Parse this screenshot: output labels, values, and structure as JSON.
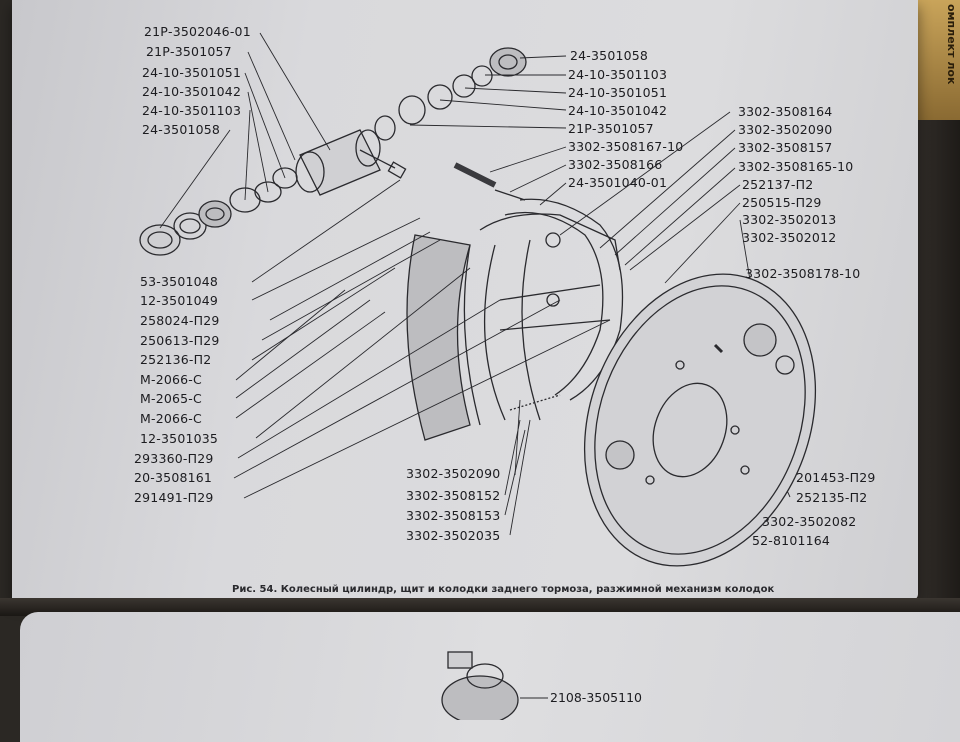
{
  "corner_text": "омплект\nлок",
  "figure_caption": "Рис. 54. Колесный цилиндр, щит и колодки заднего тормоза, разжимной механизм колодок",
  "labels_left": [
    "21Р-3502046-01",
    "21Р-3501057",
    "24-10-3501051",
    "24-10-3501042",
    "24-10-3501103",
    "24-3501058",
    "53-3501048",
    "12-3501049",
    "258024-П29",
    "250613-П29",
    "252136-П2",
    "М-2066-С",
    "М-2065-С",
    "М-2066-С",
    "12-3501035",
    "293360-П29",
    "20-3508161",
    "291491-П29"
  ],
  "labels_top_right": [
    "24-3501058",
    "24-10-3501103",
    "24-10-3501051",
    "24-10-3501042",
    "21Р-3501057",
    "3302-3508167-10",
    "3302-3508166",
    "24-3501040-01"
  ],
  "labels_right": [
    "3302-3508164",
    "3302-3502090",
    "3302-3508157",
    "3302-3508165-10",
    "252137-П2",
    "250515-П29",
    "3302-3502013",
    "3302-3502012",
    "3302-3508178-10",
    "201453-П29",
    "252135-П2",
    "3302-3502082",
    "52-8101164"
  ],
  "labels_bottom_center": [
    "3302-3502090",
    "3302-3508152",
    "3302-3508153",
    "3302-3502035"
  ],
  "bottom_page_label": "2108-3505110"
}
